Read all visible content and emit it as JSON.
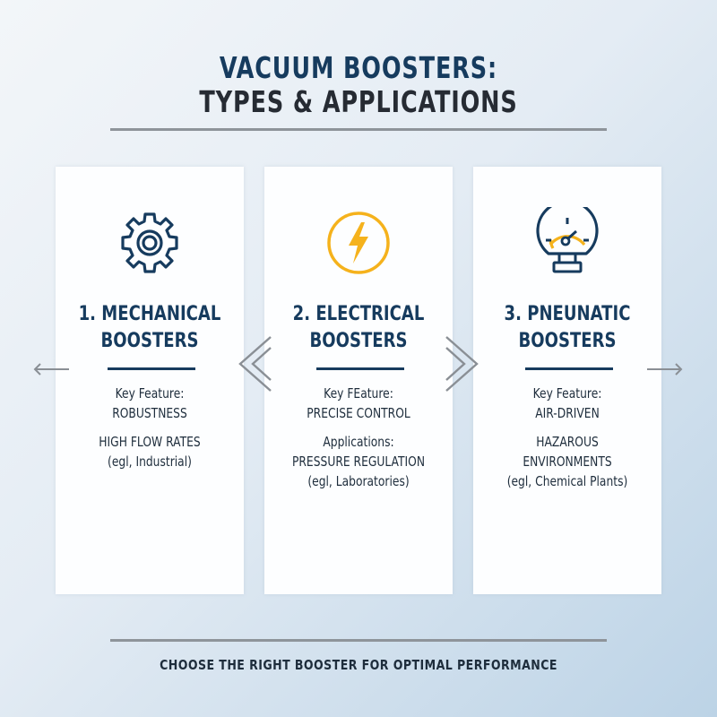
{
  "header": {
    "title_line1": "VACUUM BOOSTERS:",
    "title_line2": "TYPES & APPLICATIONS"
  },
  "cards": [
    {
      "icon": "gear-icon",
      "title_line1": "1. MECHANICAL",
      "title_line2": "BOOSTERS",
      "lines": [
        "Key Feature:",
        "ROBUSTNESS",
        "",
        "HIGH FLOW RATES",
        "(egl, Industrial)"
      ]
    },
    {
      "icon": "lightning-bolt-icon",
      "title_line1": "2. ELECTRICAL",
      "title_line2": "BOOSTERS",
      "lines": [
        "Key FEature:",
        "PRECISE CONTROL",
        "",
        "Applications:",
        "PRESSURE REGULATION",
        "(egl, Laboratories)"
      ]
    },
    {
      "icon": "pressure-gauge-icon",
      "title_line1": "3. PNEUNATIC",
      "title_line2": "BOOSTERS",
      "lines": [
        "Key Feature:",
        "AIR-DRIVEN",
        "",
        "HAZAROUS ENVIRONMENTS",
        "(egl, Chemical Plants)"
      ]
    }
  ],
  "navigation": {
    "left_arrow": "arrow-left-icon",
    "double_left": "double-chevron-left-icon",
    "double_right": "double-chevron-right-icon",
    "right_arrow": "arrow-right-icon"
  },
  "footer": {
    "tagline": "CHOOSE THE RIGHT BOOSTER FOR OPTIMAL PERFORMANCE"
  },
  "colors": {
    "navy": "#163b5e",
    "accent_yellow": "#f5b21c",
    "rule_gray": "#8e949a",
    "card_bg": "#fdfeff"
  }
}
